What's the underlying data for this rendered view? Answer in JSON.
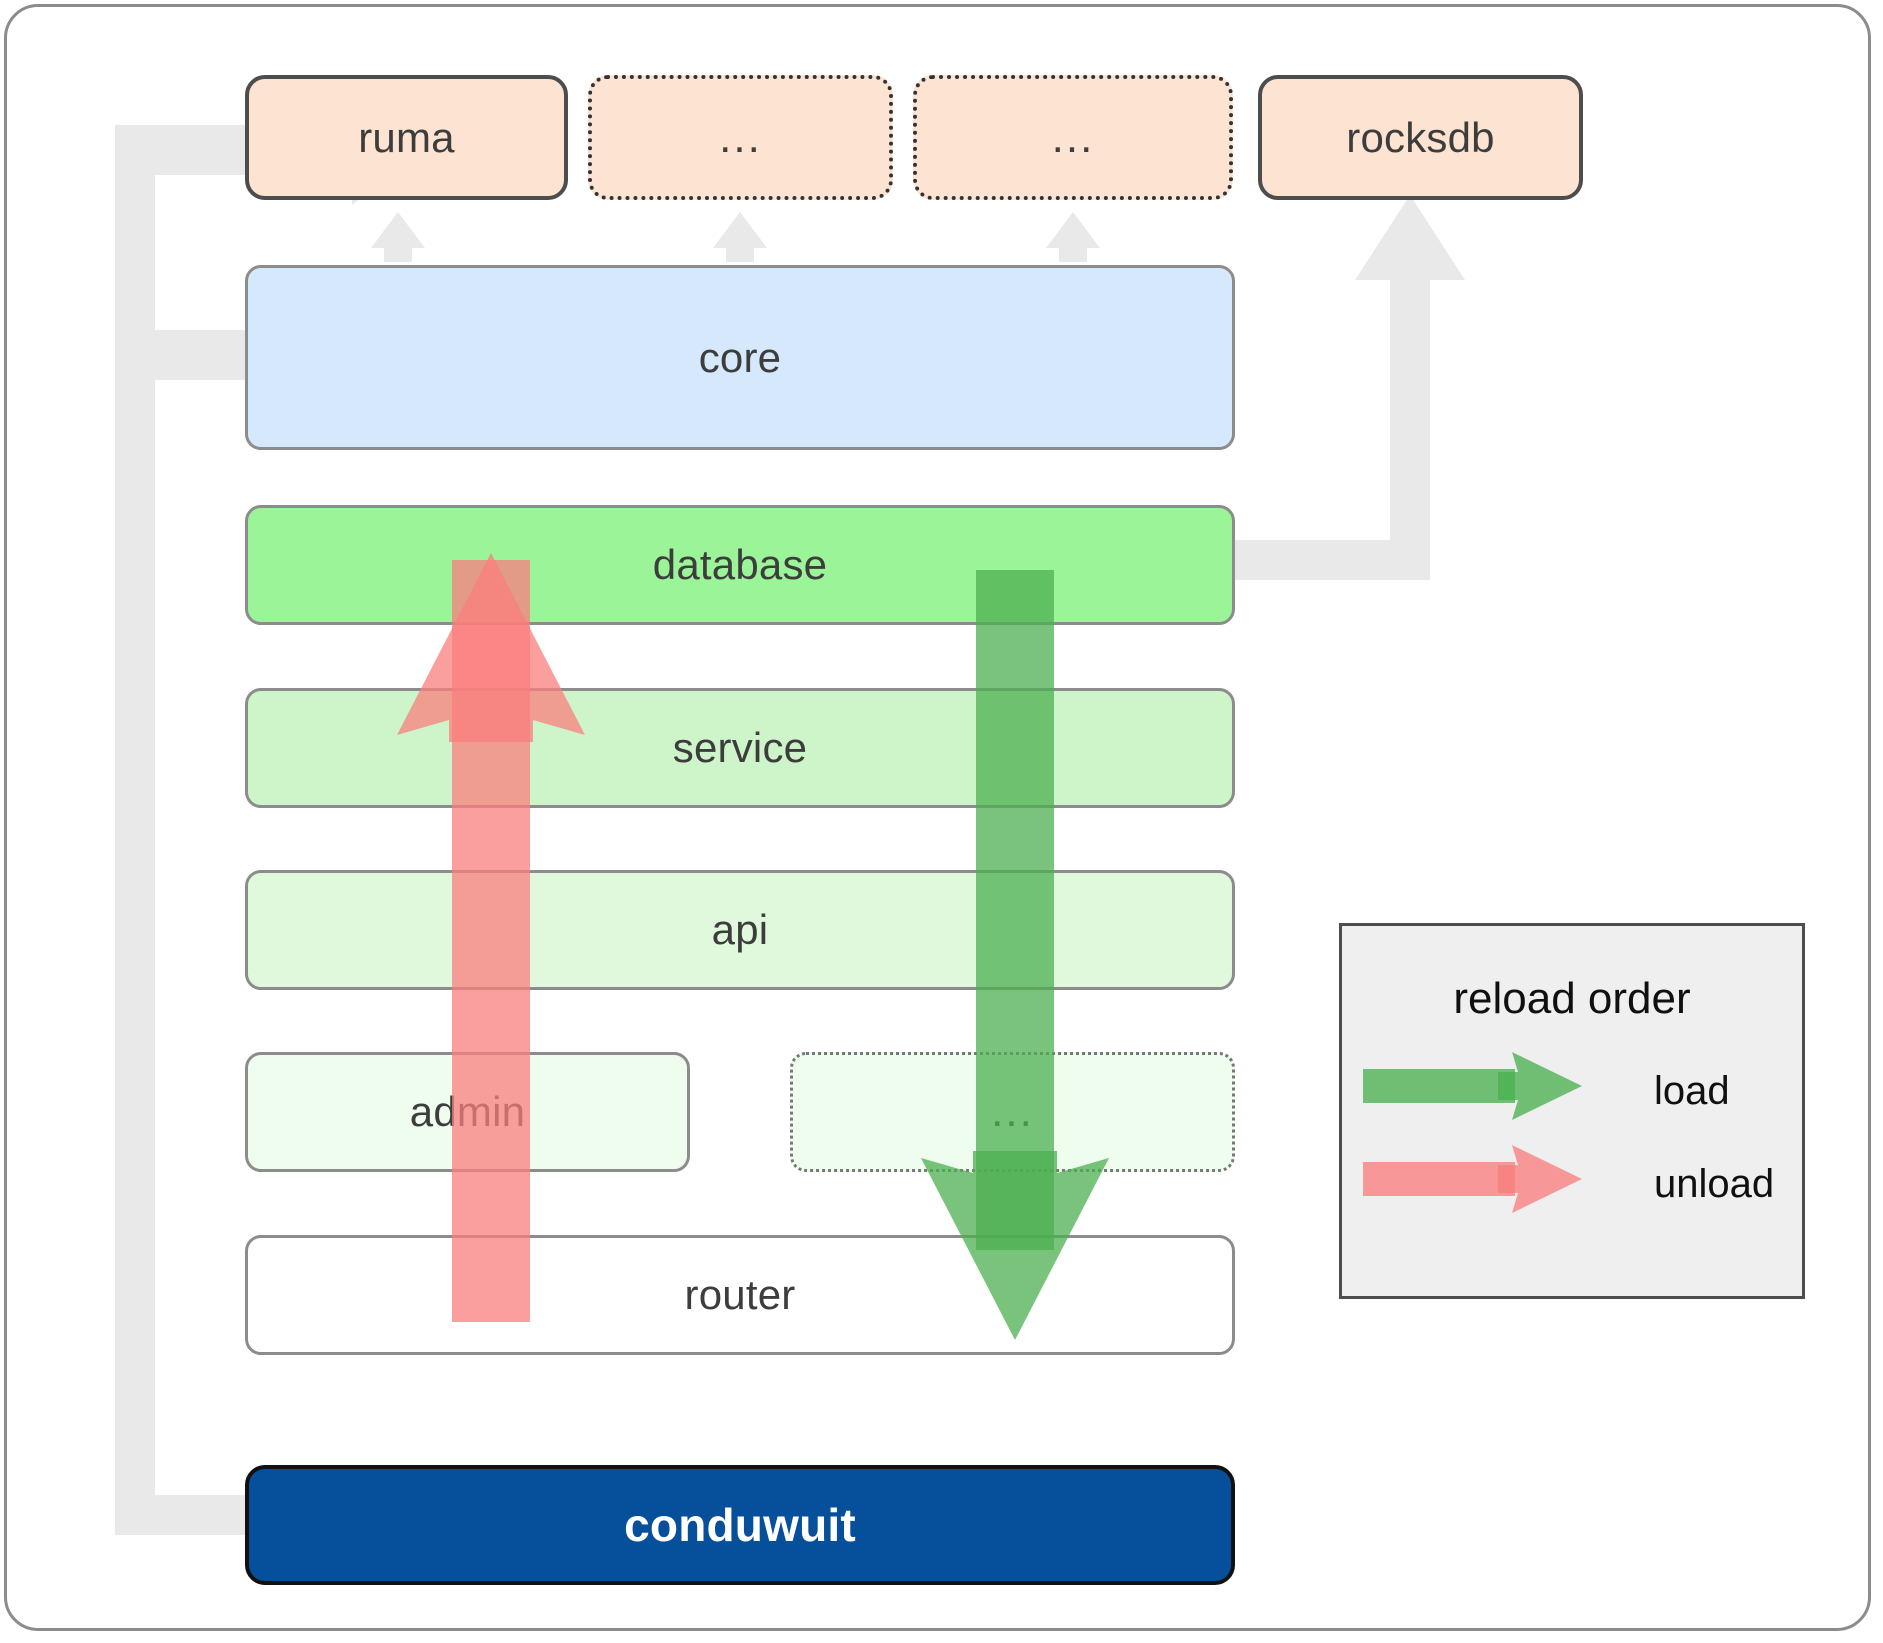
{
  "diagram": {
    "title": "conduwuit crate layer / reload order diagram",
    "colors": {
      "dependency_fill": "#fce3d2",
      "dependency_stroke": "#4d4d4d",
      "core_fill": "#d6e8fb",
      "database_fill": "#9bf497",
      "service_fill": "#cdf5c9",
      "api_fill": "#e0f9dd",
      "admin_fill": "#effdee",
      "router_fill": "#ffffff",
      "conduwuit_fill": "#064f9a",
      "load_arrow": "#4caf50",
      "unload_arrow": "#f97d7d",
      "connector_gray": "#e9e9e9",
      "legend_fill": "#efefef"
    },
    "dependencies": [
      {
        "id": "ruma",
        "label": "ruma",
        "border": "solid"
      },
      {
        "id": "dots1",
        "label": "...",
        "border": "dotted"
      },
      {
        "id": "dots2",
        "label": "...",
        "border": "dotted"
      },
      {
        "id": "rocksdb",
        "label": "rocksdb",
        "border": "solid"
      }
    ],
    "layers": [
      {
        "id": "core",
        "label": "core"
      },
      {
        "id": "database",
        "label": "database"
      },
      {
        "id": "service",
        "label": "service"
      },
      {
        "id": "api",
        "label": "api"
      },
      {
        "id": "admin",
        "label": "admin"
      },
      {
        "id": "adminsib",
        "label": "..."
      },
      {
        "id": "router",
        "label": "router"
      }
    ],
    "binary": {
      "id": "conduwuit",
      "label": "conduwuit"
    },
    "legend": {
      "title": "reload order",
      "entries": [
        {
          "id": "load",
          "label": "load",
          "color": "#4caf50"
        },
        {
          "id": "unload",
          "label": "unload",
          "color": "#f97d7d"
        }
      ]
    }
  }
}
